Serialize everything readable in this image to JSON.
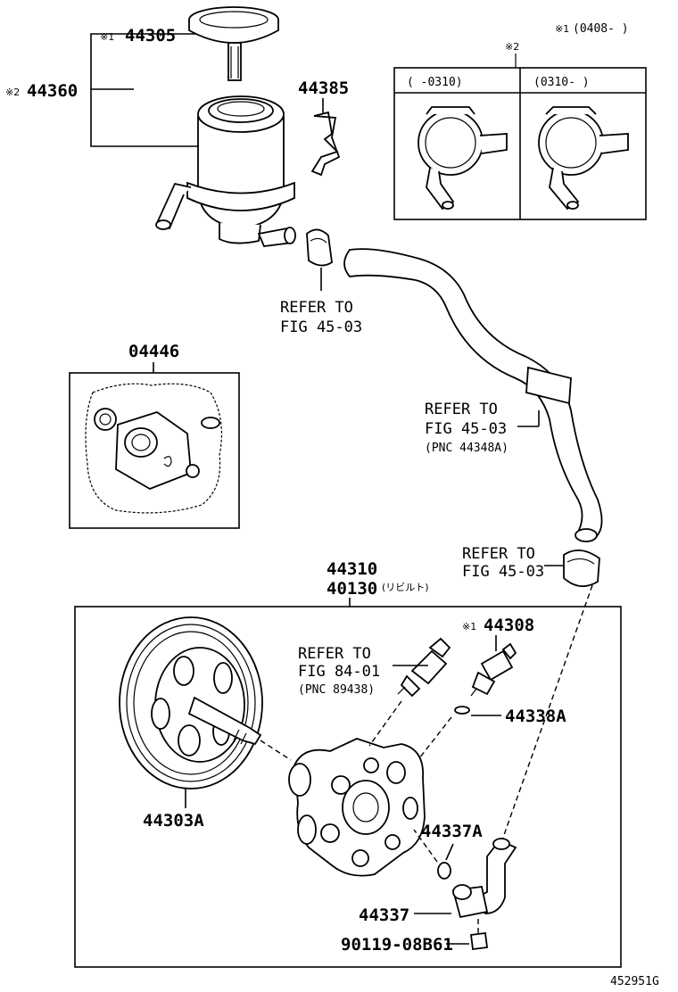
{
  "notes": {
    "note1_mark": "※1",
    "note1_range": "(0408-   )",
    "note2_mark": "※2",
    "inset_left_range": "(    -0310)",
    "inset_right_range": "(0310-    )"
  },
  "callouts": {
    "reservoir_cap": {
      "mark": "※1",
      "part_no": "44305"
    },
    "reservoir_assy": {
      "mark": "※2",
      "part_no": "44360"
    },
    "bracket": {
      "part_no": "44385"
    },
    "gasket_kit": {
      "part_no": "04446"
    },
    "pump_assy": {
      "part_no": "44310",
      "alt_part_no": "40130",
      "alt_note": "(リビルト)"
    },
    "pulley": {
      "part_no": "44303A"
    },
    "valve": {
      "mark": "※1",
      "part_no": "44308"
    },
    "oring_valve": {
      "part_no": "44338A"
    },
    "oring_union": {
      "part_no": "44337A"
    },
    "union": {
      "part_no": "44337"
    },
    "bolt": {
      "part_no": "90119-08B61"
    }
  },
  "refs": {
    "ref_clamp_top": {
      "line1": "REFER TO",
      "line2": "FIG 45-03"
    },
    "ref_hose": {
      "line1": "REFER TO",
      "line2": "FIG 45-03",
      "line3": "(PNC 44348A)"
    },
    "ref_clamp_right": {
      "line1": "REFER TO",
      "line2": "FIG 45-03"
    },
    "ref_sensor": {
      "line1": "REFER TO",
      "line2": "FIG 84-01",
      "line3": "(PNC 89438)"
    }
  },
  "figure_id": "452951G"
}
